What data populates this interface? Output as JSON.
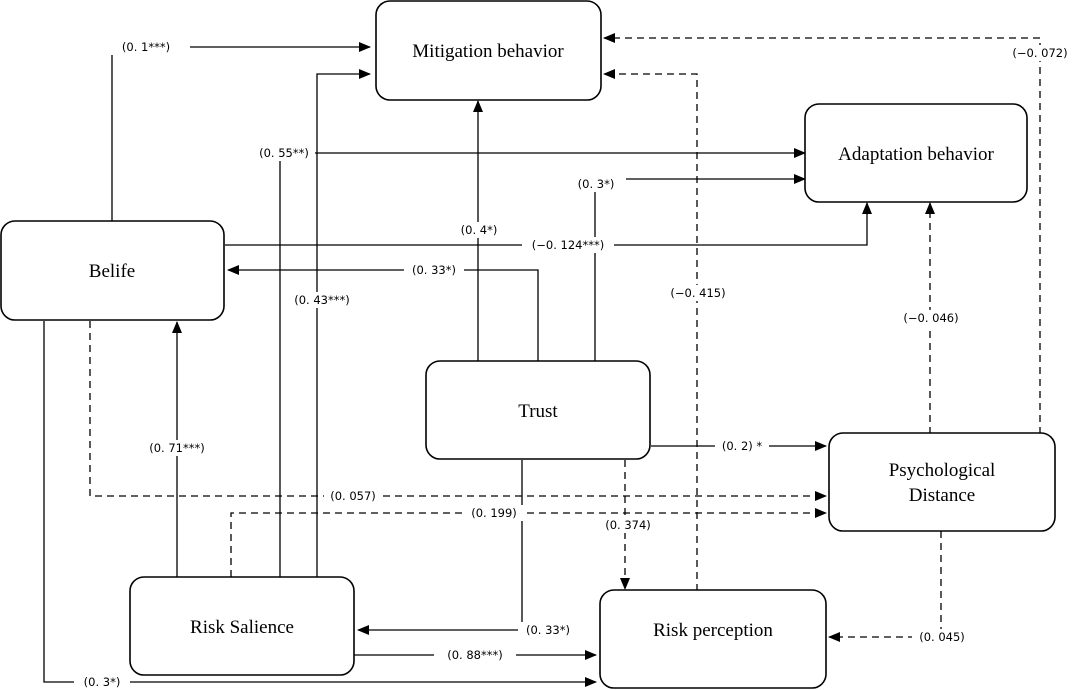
{
  "nodes": {
    "mitigation": "Mitigation behavior",
    "adaptation": "Adaptation behavior",
    "belife": "Belife",
    "trust": "Trust",
    "psych": [
      "Psychological",
      "Distance"
    ],
    "risk_salience": "Risk Salience",
    "risk_perception": "Risk perception"
  },
  "edges": [
    {
      "id": "belife-mitigation",
      "from": "belife",
      "to": "mitigation",
      "label": "(0. 1***)",
      "style": "solid"
    },
    {
      "id": "salience-adaptation",
      "from": "risk_salience",
      "to": "adaptation",
      "label": "(0. 55**)",
      "style": "solid"
    },
    {
      "id": "trust-adaptation",
      "from": "trust",
      "to": "adaptation",
      "label": "(0. 3*)",
      "style": "solid"
    },
    {
      "id": "trust-mitigation",
      "from": "trust",
      "to": "mitigation",
      "label": "(0. 4*)",
      "style": "solid"
    },
    {
      "id": "belife-adaptation",
      "from": "belife",
      "to": "adaptation",
      "label": "(−0. 124***)",
      "style": "solid"
    },
    {
      "id": "trust-belife",
      "from": "trust",
      "to": "belife",
      "label": "(0. 33*)",
      "style": "solid"
    },
    {
      "id": "salience-mitigation",
      "from": "risk_salience",
      "to": "mitigation",
      "label": "(0. 43***)",
      "style": "solid"
    },
    {
      "id": "perception-mitigation",
      "from": "risk_perception",
      "to": "mitigation",
      "label": "(−0. 415)",
      "style": "dashed"
    },
    {
      "id": "psych-mitigation",
      "from": "psych",
      "to": "mitigation",
      "label": "(−0. 072)",
      "style": "dashed"
    },
    {
      "id": "psych-adaptation",
      "from": "psych",
      "to": "adaptation",
      "label": "(−0. 046)",
      "style": "dashed"
    },
    {
      "id": "salience-belife",
      "from": "risk_salience",
      "to": "belife",
      "label": "(0. 71***)",
      "style": "solid"
    },
    {
      "id": "trust-psych",
      "from": "trust",
      "to": "psych",
      "label": "(0. 2) *",
      "style": "solid"
    },
    {
      "id": "belife-psych",
      "from": "belife",
      "to": "psych",
      "label": "(0. 057)",
      "style": "dashed"
    },
    {
      "id": "salience-psych",
      "from": "risk_salience",
      "to": "psych",
      "label": "(0. 199)",
      "style": "dashed"
    },
    {
      "id": "trust-perception",
      "from": "trust",
      "to": "risk_perception",
      "label": "(0. 374)",
      "style": "dashed"
    },
    {
      "id": "trust-salience",
      "from": "trust",
      "to": "risk_salience",
      "label": "(0. 33*)",
      "style": "solid"
    },
    {
      "id": "psych-perception",
      "from": "psych",
      "to": "risk_perception",
      "label": "(0. 045)",
      "style": "dashed"
    },
    {
      "id": "salience-perception",
      "from": "risk_salience",
      "to": "risk_perception",
      "label": "(0. 88***)",
      "style": "solid"
    },
    {
      "id": "belife-perception",
      "from": "belife",
      "to": "risk_perception",
      "label": "(0. 3*)",
      "style": "solid"
    }
  ]
}
